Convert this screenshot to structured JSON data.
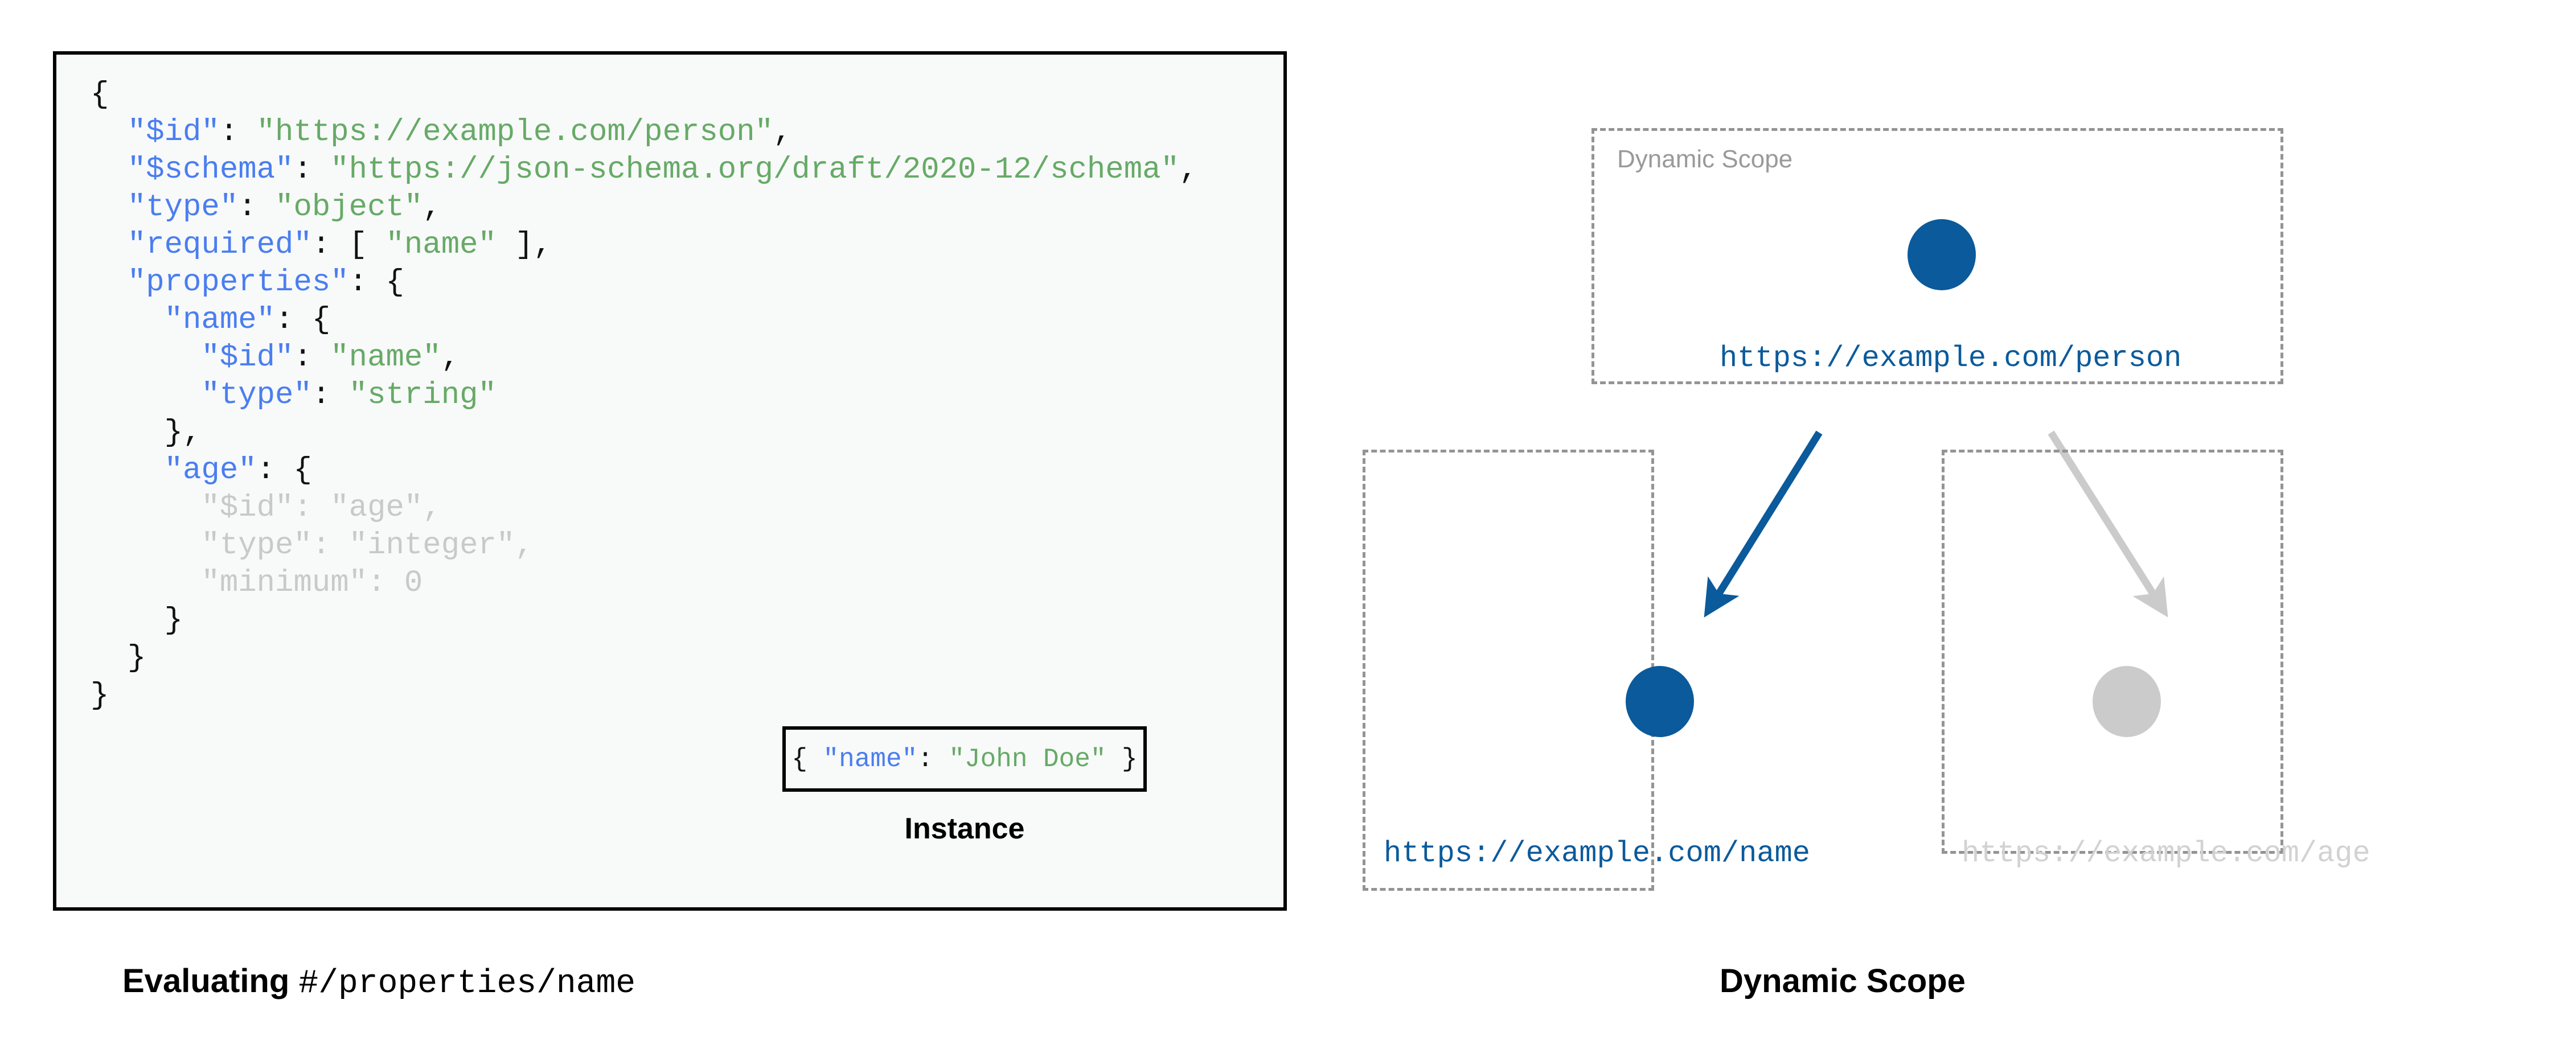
{
  "schema_panel": {
    "code_lines": [
      {
        "indent": 0,
        "tokens": [
          {
            "t": "{",
            "c": "p"
          }
        ]
      },
      {
        "indent": 1,
        "tokens": [
          {
            "t": "\"$id\"",
            "c": "k"
          },
          {
            "t": ": ",
            "c": "p"
          },
          {
            "t": "\"https://example.com/person\"",
            "c": "s"
          },
          {
            "t": ",",
            "c": "p"
          }
        ]
      },
      {
        "indent": 1,
        "tokens": [
          {
            "t": "\"$schema\"",
            "c": "k"
          },
          {
            "t": ": ",
            "c": "p"
          },
          {
            "t": "\"https://json-schema.org/draft/2020-12/schema\"",
            "c": "s"
          },
          {
            "t": ",",
            "c": "p"
          }
        ]
      },
      {
        "indent": 1,
        "tokens": [
          {
            "t": "\"type\"",
            "c": "k"
          },
          {
            "t": ": ",
            "c": "p"
          },
          {
            "t": "\"object\"",
            "c": "s"
          },
          {
            "t": ",",
            "c": "p"
          }
        ]
      },
      {
        "indent": 1,
        "tokens": [
          {
            "t": "\"required\"",
            "c": "k"
          },
          {
            "t": ": [ ",
            "c": "p"
          },
          {
            "t": "\"name\"",
            "c": "s"
          },
          {
            "t": " ],",
            "c": "p"
          }
        ]
      },
      {
        "indent": 1,
        "tokens": [
          {
            "t": "\"properties\"",
            "c": "k"
          },
          {
            "t": ": {",
            "c": "p"
          }
        ]
      },
      {
        "indent": 2,
        "tokens": [
          {
            "t": "\"name\"",
            "c": "k"
          },
          {
            "t": ": {",
            "c": "p"
          }
        ]
      },
      {
        "indent": 3,
        "tokens": [
          {
            "t": "\"$id\"",
            "c": "k"
          },
          {
            "t": ": ",
            "c": "p"
          },
          {
            "t": "\"name\"",
            "c": "s"
          },
          {
            "t": ",",
            "c": "p"
          }
        ]
      },
      {
        "indent": 3,
        "tokens": [
          {
            "t": "\"type\"",
            "c": "k"
          },
          {
            "t": ": ",
            "c": "p"
          },
          {
            "t": "\"string\"",
            "c": "s"
          }
        ]
      },
      {
        "indent": 2,
        "tokens": [
          {
            "t": "},",
            "c": "p"
          }
        ]
      },
      {
        "indent": 2,
        "tokens": [
          {
            "t": "\"age\"",
            "c": "k"
          },
          {
            "t": ": {",
            "c": "p"
          }
        ]
      },
      {
        "indent": 3,
        "tokens": [
          {
            "t": "\"$id\"",
            "c": "dim-k"
          },
          {
            "t": ": ",
            "c": "dim-p"
          },
          {
            "t": "\"age\"",
            "c": "dim-s"
          },
          {
            "t": ",",
            "c": "dim-p"
          }
        ]
      },
      {
        "indent": 3,
        "tokens": [
          {
            "t": "\"type\"",
            "c": "dim-k"
          },
          {
            "t": ": ",
            "c": "dim-p"
          },
          {
            "t": "\"integer\"",
            "c": "dim-s"
          },
          {
            "t": ",",
            "c": "dim-p"
          }
        ]
      },
      {
        "indent": 3,
        "tokens": [
          {
            "t": "\"minimum\"",
            "c": "dim-k"
          },
          {
            "t": ": ",
            "c": "dim-p"
          },
          {
            "t": "0",
            "c": "dim-s"
          }
        ]
      },
      {
        "indent": 2,
        "tokens": [
          {
            "t": "}",
            "c": "p"
          }
        ]
      },
      {
        "indent": 1,
        "tokens": [
          {
            "t": "}",
            "c": "p"
          }
        ]
      },
      {
        "indent": 0,
        "tokens": [
          {
            "t": "}",
            "c": "p"
          }
        ]
      }
    ],
    "instance": {
      "code_tokens": [
        {
          "t": "{ ",
          "c": "p"
        },
        {
          "t": "\"name\"",
          "c": "k"
        },
        {
          "t": ": ",
          "c": "p"
        },
        {
          "t": "\"John Doe\"",
          "c": "s"
        },
        {
          "t": " }",
          "c": "p"
        }
      ],
      "caption": "Instance"
    },
    "caption_prefix": "Evaluating ",
    "caption_pointer": "#/properties/name"
  },
  "scope_diagram": {
    "scope_label": "Dynamic Scope",
    "nodes": [
      {
        "id": "person",
        "url": "https://example.com/person",
        "state": "active",
        "color": "#0b5a9b"
      },
      {
        "id": "name",
        "url": "https://example.com/name",
        "state": "active",
        "color": "#0b5a9b"
      },
      {
        "id": "age",
        "url": "https://example.com/age",
        "state": "inactive",
        "color": "#cbcbcb"
      }
    ],
    "edges": [
      {
        "from": "person",
        "to": "name",
        "state": "active",
        "color": "#0b5a9b"
      },
      {
        "from": "person",
        "to": "age",
        "state": "inactive",
        "color": "#cbcbcb"
      }
    ],
    "caption": "Dynamic Scope"
  },
  "colors": {
    "accent_blue": "#0b5a9b",
    "key_blue": "#4a7ef0",
    "string_green": "#66aa66",
    "muted_gray": "#cbcbcb",
    "dash_gray": "#949494",
    "panel_bg": "#f8f9f9"
  }
}
